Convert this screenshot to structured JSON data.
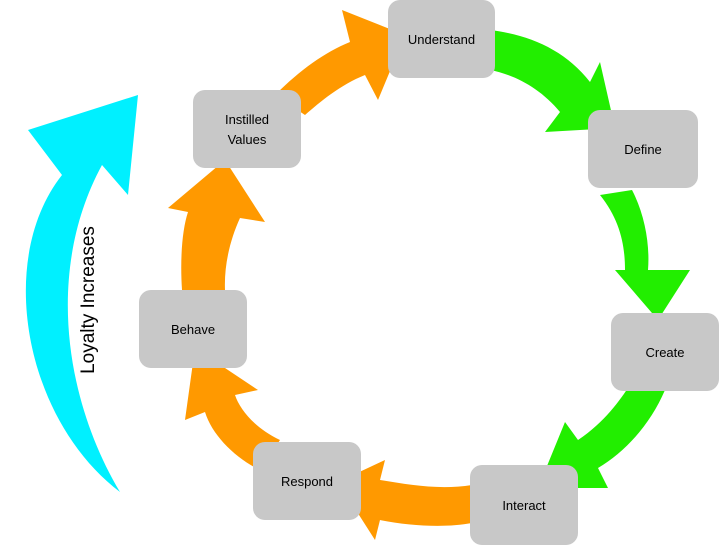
{
  "colors": {
    "box_fill": "#c8c8c8",
    "arrow_green": "#22ee00",
    "arrow_orange": "#ff9900",
    "arrow_cyan": "#00f0ff",
    "text": "#000000"
  },
  "side_label": "Loyalty Increases",
  "nodes": [
    {
      "id": "understand",
      "label": [
        "Understand"
      ]
    },
    {
      "id": "define",
      "label": [
        "Define"
      ]
    },
    {
      "id": "create",
      "label": [
        "Create"
      ]
    },
    {
      "id": "interact",
      "label": [
        "Interact"
      ]
    },
    {
      "id": "respond",
      "label": [
        "Respond"
      ]
    },
    {
      "id": "behave",
      "label": [
        "Behave"
      ]
    },
    {
      "id": "instilled-values",
      "label": [
        "Instilled",
        "Values"
      ]
    }
  ]
}
